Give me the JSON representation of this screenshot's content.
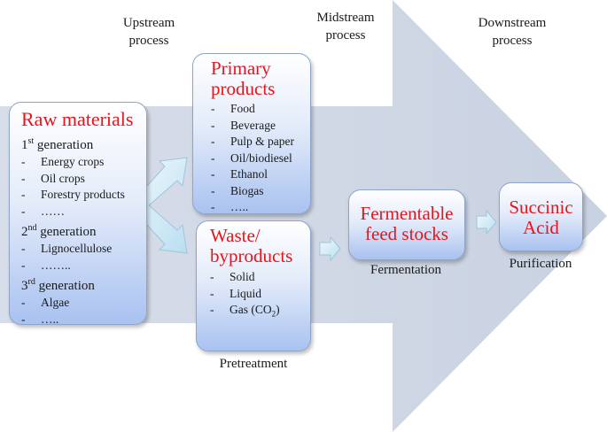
{
  "stages": {
    "upstream": "Upstream\nprocess",
    "midstream": "Midstream\nprocess",
    "downstream": "Downstream\nprocess"
  },
  "raw_materials": {
    "title": "Raw materials",
    "gen1": {
      "num": "1",
      "sup": "st",
      "label": " generation",
      "items": [
        "Energy crops",
        "Oil crops",
        "Forestry products",
        "……"
      ]
    },
    "gen2": {
      "num": "2",
      "sup": "nd",
      "label": " generation",
      "items": [
        "Lignocellulose",
        "…….."
      ]
    },
    "gen3": {
      "num": "3",
      "sup": "rd",
      "label": " generation",
      "items": [
        "Algae",
        "….."
      ]
    }
  },
  "primary_products": {
    "title_line1": "Primary",
    "title_line2": "products",
    "items": [
      "Food",
      "Beverage",
      "Pulp & paper",
      "Oil/biodiesel",
      "Ethanol",
      "Biogas",
      "….."
    ]
  },
  "waste": {
    "title_line1": "Waste/",
    "title_line2": "byproducts",
    "items": [
      "Solid",
      "Liquid"
    ],
    "gas_prefix": "Gas (CO",
    "gas_sub": "2",
    "gas_suffix": ")"
  },
  "fermentable": {
    "line1": "Fermentable",
    "line2": "feed stocks"
  },
  "succinic": {
    "line1": "Succinic",
    "line2": "Acid"
  },
  "captions": {
    "pretreatment": "Pretreatment",
    "fermentation": "Fermentation",
    "purification": "Purification"
  },
  "colors": {
    "heading": "#e8141b",
    "arrow": "#cdd5e4",
    "box_bottom": "#a9c2f0",
    "small_arrow": "#bfe2f2"
  }
}
